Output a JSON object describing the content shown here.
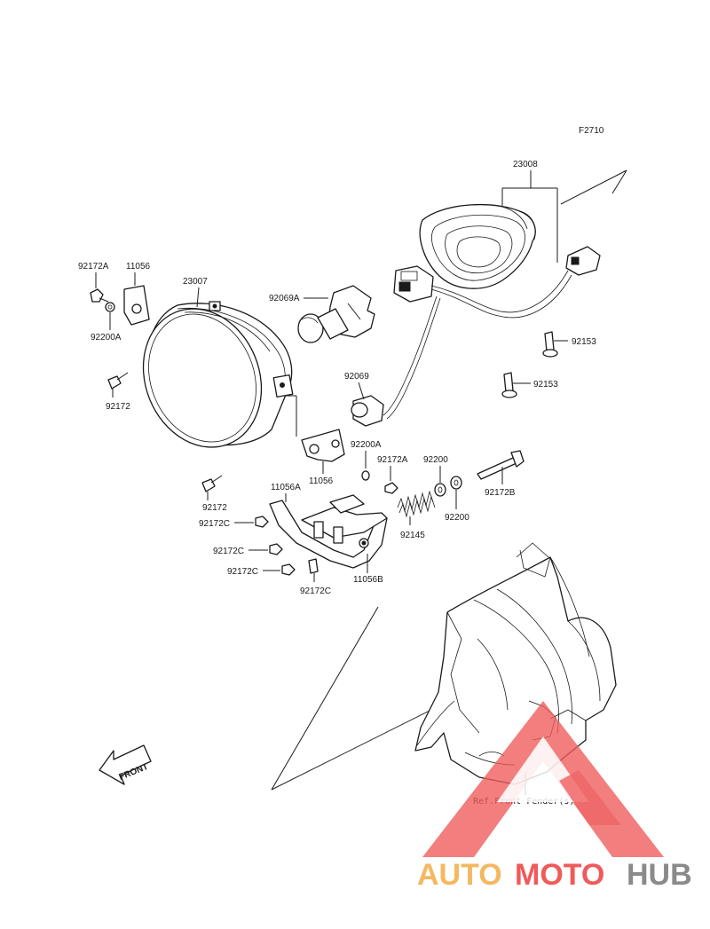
{
  "figure_code": "F2710",
  "parts": {
    "p23008": "23008",
    "p23007": "23007",
    "p92172A_top": "92172A",
    "p11056_top": "11056",
    "p92200A_left": "92200A",
    "p92172_left": "92172",
    "p92069A": "92069A",
    "p92069": "92069",
    "p92153_a": "92153",
    "p92153_b": "92153",
    "p92200A_mid": "92200A",
    "p11056_mid": "11056",
    "p92172A_mid": "92172A",
    "p92200_a": "92200",
    "p92200_b": "92200",
    "p92172B": "92172B",
    "p92145": "92145",
    "p92172_low": "92172",
    "p11056A": "11056A",
    "p92172C_a": "92172C",
    "p92172C_b": "92172C",
    "p92172C_c": "92172C",
    "p92172C_d": "92172C",
    "p11056B": "11056B"
  },
  "front_arrow_label": "FRONT",
  "reference_label": "Ref.Front Fender(s)",
  "watermark": {
    "part1": "AUTO",
    "part2": "MOTO",
    "part3": "HUB",
    "colors": {
      "auto": "#f4b860",
      "moto": "#ef5a5a",
      "hub": "#8a8a8a",
      "triangle": "#ef5a5a"
    }
  }
}
